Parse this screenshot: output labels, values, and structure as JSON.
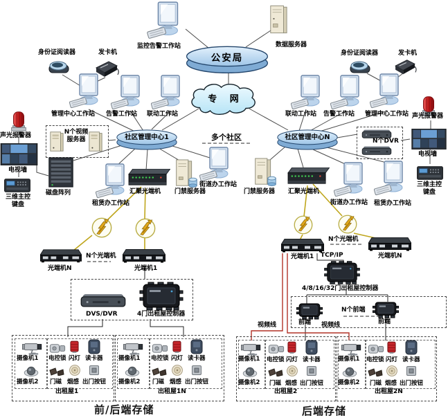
{
  "labels": {
    "police": "公安局",
    "private_net": "专 网",
    "monitor_alarm_ws": "监控告警工作站",
    "data_server": "数据服务器",
    "id_reader": "身份证阅读器",
    "card_issuer": "发卡机",
    "mgmt_ws": "管理中心工作站",
    "alarm_ws": "告警工作站",
    "link_ws": "联动工作站",
    "siren": "声光报警器",
    "tv_wall": "电视墙",
    "kb_3d": "三维主控键盘",
    "n_video_server": "N个视频服务器",
    "disk_array": "磁盘阵列",
    "center_1": "社区管理中心1",
    "center_n": "社区管理中心N",
    "multi_community": "多个社区",
    "rental_ws": "租赁办工作站",
    "agg_otm": "汇聚光端机",
    "access_server": "门禁服务器",
    "street_ws": "街道办工作站",
    "n_dvr": "N个DVR",
    "n_otm": "N个光端机",
    "otm_n": "光端机N",
    "otm_1": "光端机1",
    "tcp_ip": "TCP/IP",
    "dvs_dvr": "DVS/DVR",
    "ctrl_4door": "4门出租屋控制器",
    "ctrl_multi": "4/8/16/32门出租屋控制器",
    "n_frontend": "N个前端",
    "frontend": "前端",
    "video_line": "视频线",
    "house_1": "出租屋1",
    "house_1n": "出租屋1N",
    "house_2": "出租屋2",
    "house_2n": "出租屋2N",
    "camera_1": "摄像机1",
    "camera_2": "摄像机2",
    "elec_lock": "电控锁",
    "flash_light": "闪灯",
    "card_reader": "读卡器",
    "door_sensor": "门磁",
    "smoke_sensor": "烟感",
    "exit_button": "出门按钮",
    "front_back_storage": "前/后端存储",
    "back_storage": "后端存储"
  },
  "colors": {
    "wire": "#4a4a4a",
    "fiber_line": "#bfa61c",
    "video_line": "#b23227",
    "cloud_fill": "#cfeffb",
    "ellipse_fill": "#aed2ef",
    "dashed_box": "#444444"
  }
}
